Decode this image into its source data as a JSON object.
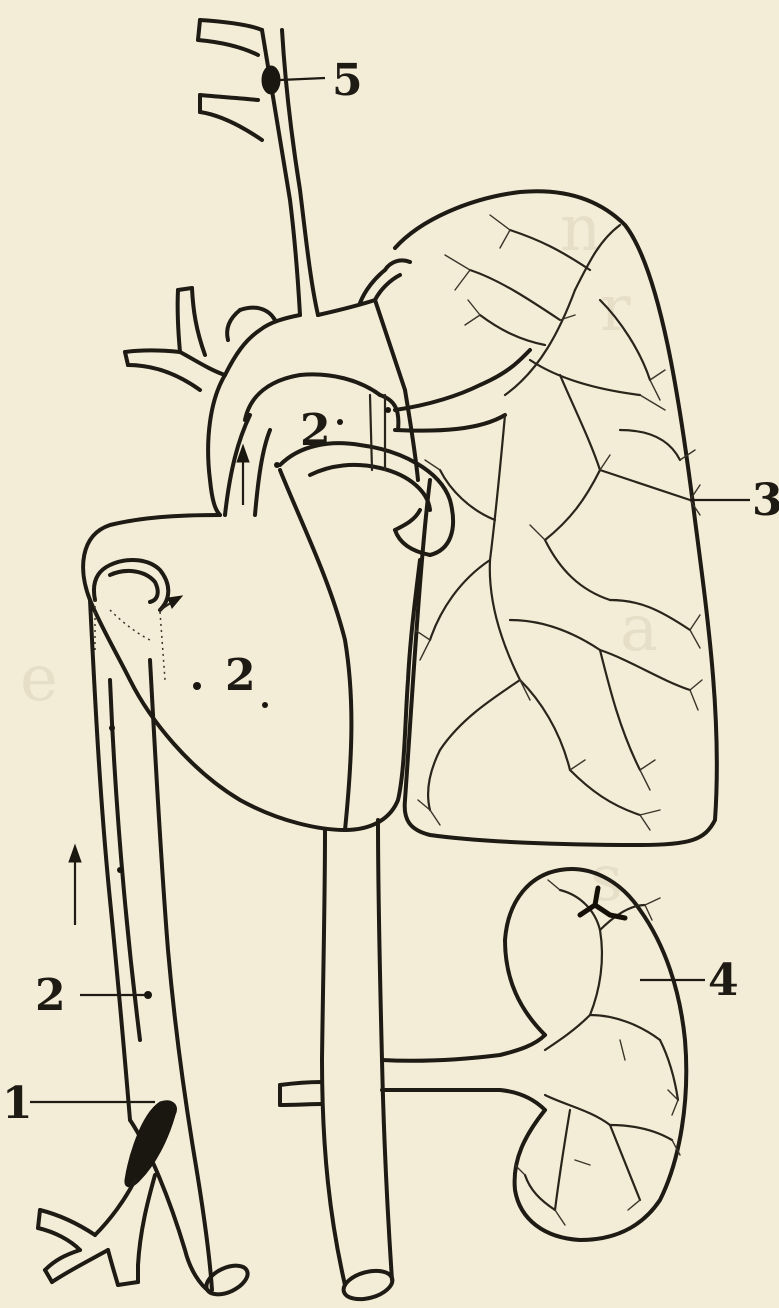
{
  "labels": {
    "one": "1",
    "two_lower_left": "2",
    "two_atrium": "2",
    "two_arch": "2",
    "three": "3",
    "four": "4",
    "five": "5"
  },
  "colors": {
    "paper": "#f3ecd6",
    "ink": "#1e1a14"
  }
}
